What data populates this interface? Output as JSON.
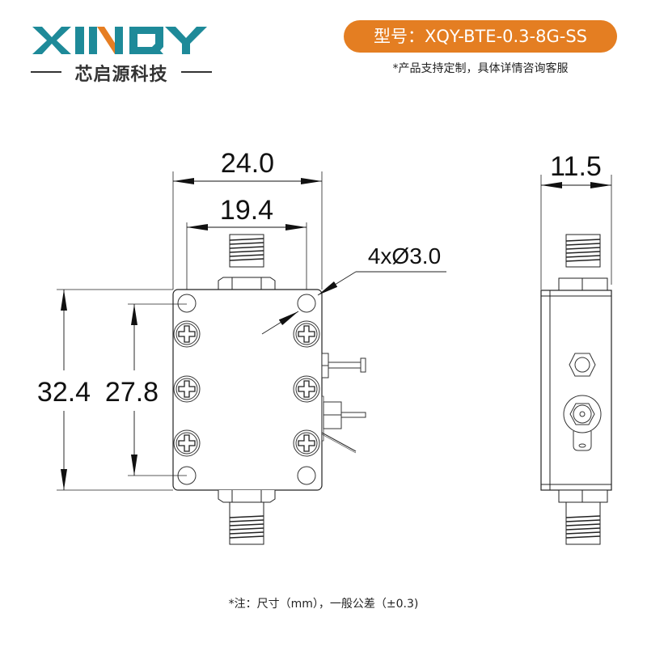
{
  "brand": {
    "logo_text": "XINQY",
    "logo_subtitle": "芯启源科技",
    "colors": {
      "teal": "#1e8a99",
      "orange": "#e67e22",
      "text": "#333333"
    }
  },
  "model": {
    "label": "型号：XQY-BTE-0.3-8G-SS",
    "pill_color": "#e47e22"
  },
  "custom_note": "*产品支持定制，具体详情咨询客服",
  "dimensions": {
    "overall_width": "24.0",
    "hole_spacing_width": "19.4",
    "overall_height": "32.4",
    "hole_spacing_height": "27.8",
    "hole_callout": "4xØ3.0",
    "side_thickness": "11.5"
  },
  "footer_note": "*注：尺寸（mm），一般公差（±0.3)"
}
